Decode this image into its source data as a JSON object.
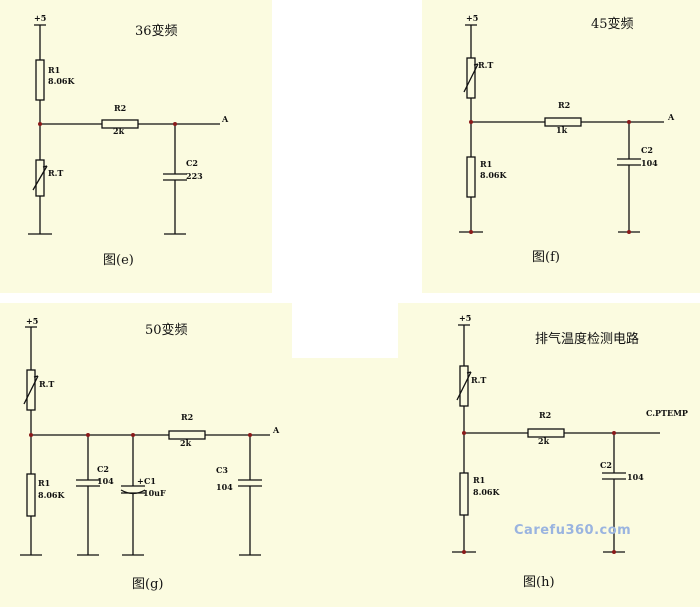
{
  "panels": [
    {
      "title": "36变频",
      "figure": "图(e)",
      "supply": "+5",
      "output": "A",
      "parts": {
        "r1_name": "R1",
        "r1_value": "8.06K",
        "thermistor": "R.T",
        "r2_name": "R2",
        "r2_value": "2k",
        "c2_name": "C2",
        "c2_value": "223"
      }
    },
    {
      "title": "45变频",
      "figure": "图(f)",
      "supply": "+5",
      "output": "A",
      "parts": {
        "thermistor": "R.T",
        "r2_name": "R2",
        "r2_value": "1k",
        "r1_name": "R1",
        "r1_value": "8.06K",
        "c2_name": "C2",
        "c2_value": "104"
      }
    },
    {
      "title": "50变频",
      "figure": "图(g)",
      "supply": "+5",
      "output": "A",
      "parts": {
        "thermistor": "R.T",
        "r1_name": "R1",
        "r1_value": "8.06K",
        "c2_name": "C2",
        "c2_value": "104",
        "c1_name": "C1",
        "c1_value": "10uF",
        "r2_name": "R2",
        "r2_value": "2k",
        "c3_name": "C3",
        "c3_value": "104"
      }
    },
    {
      "title": "排气温度检测电路",
      "figure": "图(h)",
      "supply": "+5",
      "output": "C.PTEMP",
      "parts": {
        "thermistor": "R.T",
        "r2_name": "R2",
        "r2_value": "2k",
        "r1_name": "R1",
        "r1_value": "8.06K",
        "c2_name": "C2",
        "c2_value": "104"
      }
    }
  ],
  "watermark": "Carefu360.com",
  "colors": {
    "panel_bg": "#fbfbe0",
    "line": "#111111",
    "node": "#8a1a1a",
    "watermark": "#9ab4e0"
  }
}
